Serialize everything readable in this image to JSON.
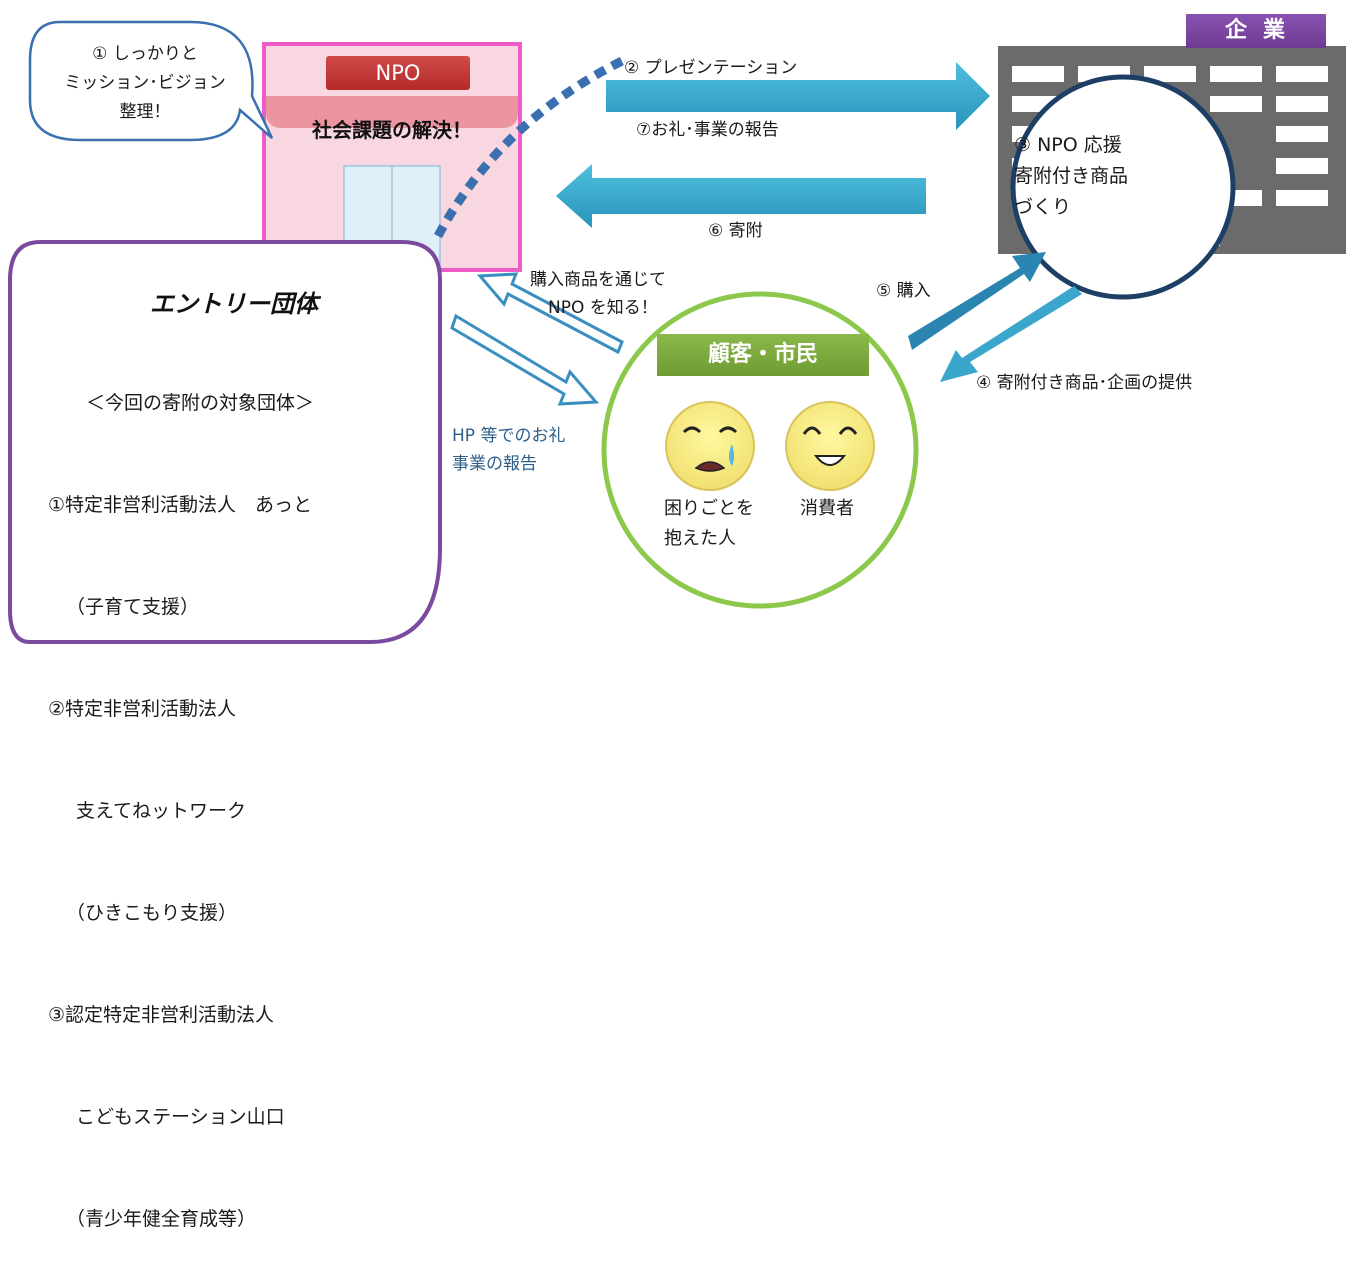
{
  "npo": {
    "label": "NPO",
    "mission": "社会課題の解決！"
  },
  "bubble": {
    "line1": "① しっかりと",
    "line2": "ミッション･ビジョン",
    "line3": "整理！"
  },
  "company": {
    "label": "企業",
    "inner_line1": "③ NPO 応援",
    "inner_line2": "寄附付き商品",
    "inner_line3": "づくり"
  },
  "steps": {
    "presentation": "② プレゼンテーション",
    "report": "⑦お礼･事業の報告",
    "donation": "⑥ 寄附",
    "purchase": "⑤ 購入",
    "provide": "④ 寄附付き商品･企画の提供"
  },
  "awareness": {
    "line1": "購入商品を通じて",
    "line2": "NPO を知る！"
  },
  "hp_report": {
    "line1": "HP 等でのお礼",
    "line2": "事業の報告"
  },
  "customer": {
    "label": "顧客・市民",
    "person1_line1": "困りごとを",
    "person1_line2": "抱えた人",
    "person2": "消費者"
  },
  "entry": {
    "title": "エントリー団体",
    "subtitle": "＜今回の寄附の対象団体＞",
    "items": [
      "①特定非営利活動法人　あっと",
      "（子育て支援）",
      "②特定非営利活動法人",
      "支えてねットワーク",
      "（ひきこもり支援）",
      "③認定特定非営利活動法人",
      "こどもステーション山口",
      "（青少年健全育成等）"
    ]
  },
  "colors": {
    "npo_border": "#ee5bc7",
    "npo_fill": "#f8d7e0",
    "arrow_blue": "#38a8cc",
    "company_gray": "#6b6b6b",
    "purple": "#7a4a9e",
    "green": "#8cc84b"
  }
}
